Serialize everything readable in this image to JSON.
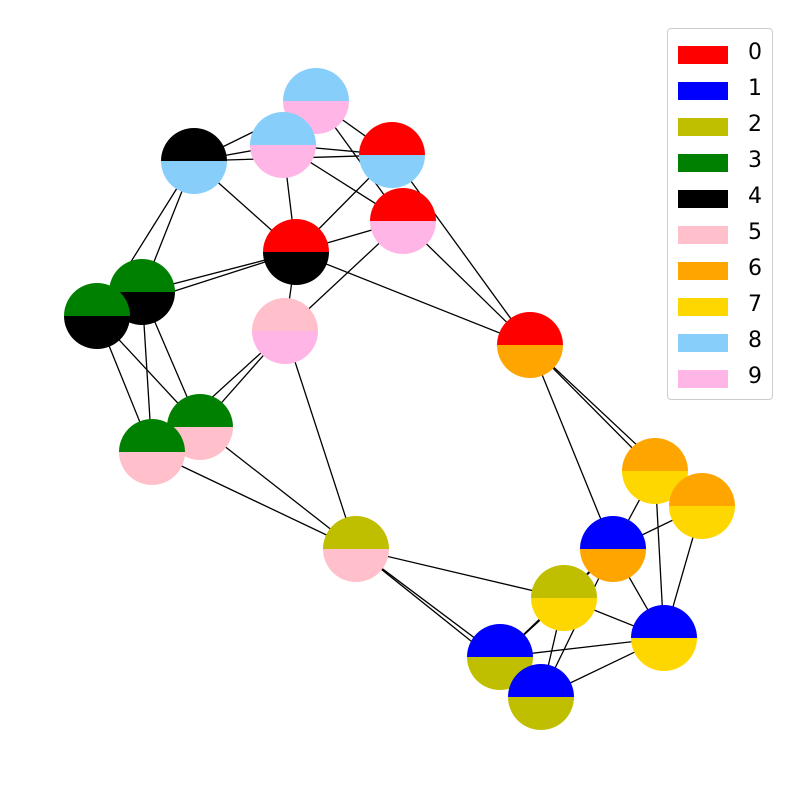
{
  "colors": {
    "0": "#ff0000",
    "1": "#0000ff",
    "2": "#bfbf00",
    "3": "#008000",
    "4": "#000000",
    "5": "#ffc0cb",
    "6": "#ffa500",
    "7": "#ffd700",
    "8": "#87cefa",
    "9": "#ffb6e6"
  },
  "legend": {
    "items": [
      {
        "label": "0",
        "color": "#ff0000"
      },
      {
        "label": "1",
        "color": "#0000ff"
      },
      {
        "label": "2",
        "color": "#bfbf00"
      },
      {
        "label": "3",
        "color": "#008000"
      },
      {
        "label": "4",
        "color": "#000000"
      },
      {
        "label": "5",
        "color": "#ffc0cb"
      },
      {
        "label": "6",
        "color": "#ffa500"
      },
      {
        "label": "7",
        "color": "#ffd700"
      },
      {
        "label": "8",
        "color": "#87cefa"
      },
      {
        "label": "9",
        "color": "#ffb6e6"
      }
    ]
  },
  "graph": {
    "nodes": [
      {
        "id": "n1",
        "top": "8",
        "bottom": "9"
      },
      {
        "id": "n2",
        "top": "8",
        "bottom": "9"
      },
      {
        "id": "n3",
        "top": "4",
        "bottom": "8"
      },
      {
        "id": "n4",
        "top": "0",
        "bottom": "8"
      },
      {
        "id": "n5",
        "top": "0",
        "bottom": "9"
      },
      {
        "id": "n6",
        "top": "0",
        "bottom": "4"
      },
      {
        "id": "n7",
        "top": "3",
        "bottom": "4"
      },
      {
        "id": "n8",
        "top": "3",
        "bottom": "4"
      },
      {
        "id": "n9",
        "top": "5",
        "bottom": "9"
      },
      {
        "id": "n10",
        "top": "0",
        "bottom": "6"
      },
      {
        "id": "n11",
        "top": "3",
        "bottom": "5"
      },
      {
        "id": "n12",
        "top": "3",
        "bottom": "5"
      },
      {
        "id": "n13",
        "top": "2",
        "bottom": "5"
      },
      {
        "id": "n14",
        "top": "6",
        "bottom": "7"
      },
      {
        "id": "n15",
        "top": "6",
        "bottom": "7"
      },
      {
        "id": "n16",
        "top": "1",
        "bottom": "6"
      },
      {
        "id": "n17",
        "top": "2",
        "bottom": "7"
      },
      {
        "id": "n18",
        "top": "1",
        "bottom": "7"
      },
      {
        "id": "n19",
        "top": "1",
        "bottom": "2"
      },
      {
        "id": "n20",
        "top": "1",
        "bottom": "2"
      }
    ],
    "edges": [
      [
        "n1",
        "n2"
      ],
      [
        "n1",
        "n4"
      ],
      [
        "n1",
        "n5"
      ],
      [
        "n1",
        "n3"
      ],
      [
        "n2",
        "n3"
      ],
      [
        "n2",
        "n4"
      ],
      [
        "n2",
        "n6"
      ],
      [
        "n2",
        "n5"
      ],
      [
        "n3",
        "n4"
      ],
      [
        "n3",
        "n6"
      ],
      [
        "n3",
        "n7"
      ],
      [
        "n3",
        "n8"
      ],
      [
        "n4",
        "n6"
      ],
      [
        "n4",
        "n10"
      ],
      [
        "n5",
        "n6"
      ],
      [
        "n5",
        "n9"
      ],
      [
        "n5",
        "n10"
      ],
      [
        "n6",
        "n7"
      ],
      [
        "n6",
        "n8"
      ],
      [
        "n6",
        "n9"
      ],
      [
        "n6",
        "n10"
      ],
      [
        "n7",
        "n12"
      ],
      [
        "n7",
        "n11"
      ],
      [
        "n7",
        "n8"
      ],
      [
        "n8",
        "n12"
      ],
      [
        "n8",
        "n11"
      ],
      [
        "n9",
        "n11"
      ],
      [
        "n9",
        "n12"
      ],
      [
        "n9",
        "n13"
      ],
      [
        "n11",
        "n13"
      ],
      [
        "n12",
        "n13"
      ],
      [
        "n13",
        "n17"
      ],
      [
        "n13",
        "n19"
      ],
      [
        "n13",
        "n20"
      ],
      [
        "n10",
        "n14"
      ],
      [
        "n10",
        "n16"
      ],
      [
        "n10",
        "n15"
      ],
      [
        "n14",
        "n15"
      ],
      [
        "n14",
        "n16"
      ],
      [
        "n14",
        "n18"
      ],
      [
        "n15",
        "n16"
      ],
      [
        "n15",
        "n18"
      ],
      [
        "n16",
        "n17"
      ],
      [
        "n16",
        "n19"
      ],
      [
        "n16",
        "n20"
      ],
      [
        "n16",
        "n18"
      ],
      [
        "n17",
        "n18"
      ],
      [
        "n17",
        "n19"
      ],
      [
        "n17",
        "n20"
      ],
      [
        "n18",
        "n19"
      ],
      [
        "n18",
        "n20"
      ],
      [
        "n19",
        "n20"
      ]
    ]
  }
}
